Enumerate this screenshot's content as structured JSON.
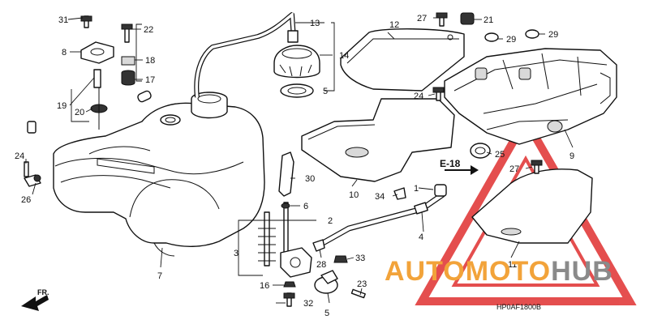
{
  "callouts": [
    {
      "id": "c31",
      "text": "31"
    },
    {
      "id": "c8",
      "text": "8"
    },
    {
      "id": "c22",
      "text": "22"
    },
    {
      "id": "c18",
      "text": "18"
    },
    {
      "id": "c17",
      "text": "17"
    },
    {
      "id": "c19",
      "text": "19"
    },
    {
      "id": "c20",
      "text": "20"
    },
    {
      "id": "c24a",
      "text": "24"
    },
    {
      "id": "c26",
      "text": "26"
    },
    {
      "id": "c13",
      "text": "13"
    },
    {
      "id": "c14",
      "text": "14"
    },
    {
      "id": "c5a",
      "text": "5"
    },
    {
      "id": "c12",
      "text": "12"
    },
    {
      "id": "c27a",
      "text": "27"
    },
    {
      "id": "c21",
      "text": "21"
    },
    {
      "id": "c29a",
      "text": "29"
    },
    {
      "id": "c29b",
      "text": "29"
    },
    {
      "id": "c24b",
      "text": "24"
    },
    {
      "id": "c25",
      "text": "25"
    },
    {
      "id": "c9",
      "text": "9"
    },
    {
      "id": "c27b",
      "text": "27"
    },
    {
      "id": "c10",
      "text": "10"
    },
    {
      "id": "c34",
      "text": "34"
    },
    {
      "id": "c1",
      "text": "1"
    },
    {
      "id": "c30",
      "text": "30"
    },
    {
      "id": "c6",
      "text": "6"
    },
    {
      "id": "c2",
      "text": "2"
    },
    {
      "id": "c3",
      "text": "3"
    },
    {
      "id": "c7",
      "text": "7"
    },
    {
      "id": "c28",
      "text": "28"
    },
    {
      "id": "c33",
      "text": "33"
    },
    {
      "id": "c16",
      "text": "16"
    },
    {
      "id": "c32",
      "text": "32"
    },
    {
      "id": "c23",
      "text": "23"
    },
    {
      "id": "c5b",
      "text": "5"
    },
    {
      "id": "c4",
      "text": "4"
    },
    {
      "id": "c11",
      "text": "11"
    }
  ],
  "reference_label": "E-18",
  "front_label": "FR.",
  "diagram_code": "HP0AF1800B",
  "watermark": {
    "part1": "AUTO",
    "part2": "MOTO",
    "part3": "HUB"
  },
  "colors": {
    "watermark_orange": "#f2a33a",
    "watermark_gray": "#8a8a8a",
    "watermark_red": "#e03030"
  }
}
